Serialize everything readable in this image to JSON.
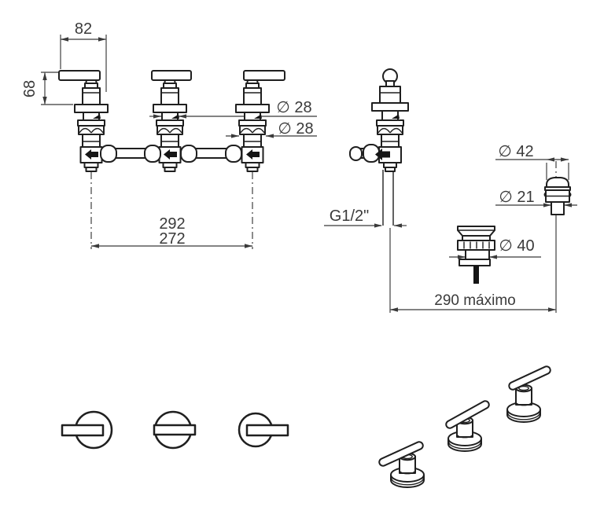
{
  "drawing": {
    "type": "faucet-installation-technical-drawing",
    "front_view": {
      "dim_handle_width": "82",
      "dim_handle_height": "68",
      "dim_body_diameter_top": "∅ 28",
      "dim_body_diameter_bottom": "∅ 28",
      "dim_span_outer": "292",
      "dim_span_inner": "272"
    },
    "side_view": {
      "dim_thread": "G1/2\"",
      "dim_max_reach": "290 máximo"
    },
    "drain_parts": {
      "dim_cap_diameter": "∅ 42",
      "dim_neck_diameter": "∅ 21",
      "dim_popup_diameter": "∅ 40"
    },
    "colors": {
      "line": "#1f1f1f",
      "dimension_line": "#5a5a5a",
      "text": "#3a3a3a",
      "background": "#ffffff"
    }
  }
}
